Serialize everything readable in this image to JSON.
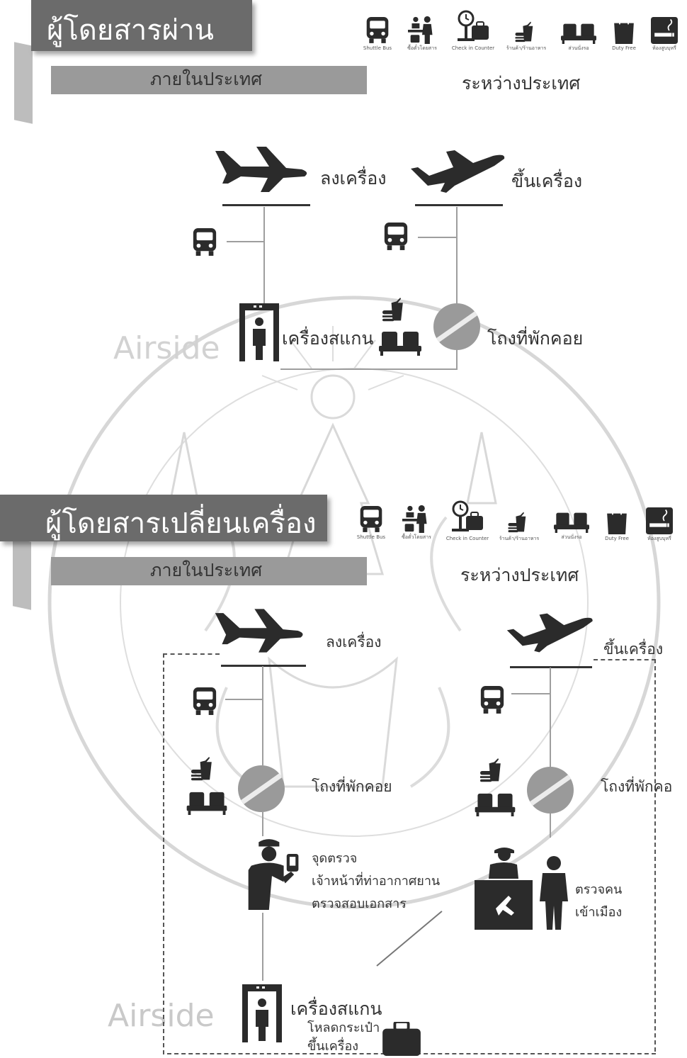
{
  "watermark": {
    "airside": "Airside"
  },
  "section1": {
    "title": "ผู้โดยสารผ่าน",
    "domestic": "ภายในประเทศ",
    "international": "ระหว่างประเทศ",
    "arrive": "ลงเครื่อง",
    "depart": "ขึ้นเครื่อง",
    "scanner": "เครื่องสแกน",
    "gate": "โถงที่พักคอย"
  },
  "legend": {
    "items": [
      {
        "icon": "bus-icon",
        "label": "Shuttle Bus"
      },
      {
        "icon": "ticket-buy-icon",
        "label": "ซื้อตั๋วโดยสาร"
      },
      {
        "icon": "check-in-counter-icon",
        "label": "Check in Counter"
      },
      {
        "icon": "food-drink-icon",
        "label": "ร้านค้า/ร้านอาหาร"
      },
      {
        "icon": "waiting-seats-icon",
        "label": "ส่วนนั่งรอ"
      },
      {
        "icon": "duty-free-bag-icon",
        "label": "Duty Free"
      },
      {
        "icon": "smoking-room-icon",
        "label": "ห้องสูบบุหรี่"
      }
    ]
  },
  "section2": {
    "title": "ผู้โดยสารเปลี่ยนเครื่อง",
    "domestic": "ภายในประเทศ",
    "international": "ระหว่างประเทศ",
    "arrive": "ลงเครื่อง",
    "depart": "ขึ้นเครื่อง",
    "gate_left": "โถงที่พักคอย",
    "gate_right": "โถงที่พักคอ",
    "security_lines": [
      "จุดตรวจ",
      "เจ้าหน้าที่ท่าอากาศยาน",
      "ตรวจสอบเอกสาร"
    ],
    "immigration_lines": [
      "ตรวจคน",
      "เข้าเมือง"
    ],
    "scanner": "เครื่องสแกน",
    "baggage_lines": [
      "โหลดกระเป๋า",
      "ขึ้นเครื่อง"
    ]
  }
}
